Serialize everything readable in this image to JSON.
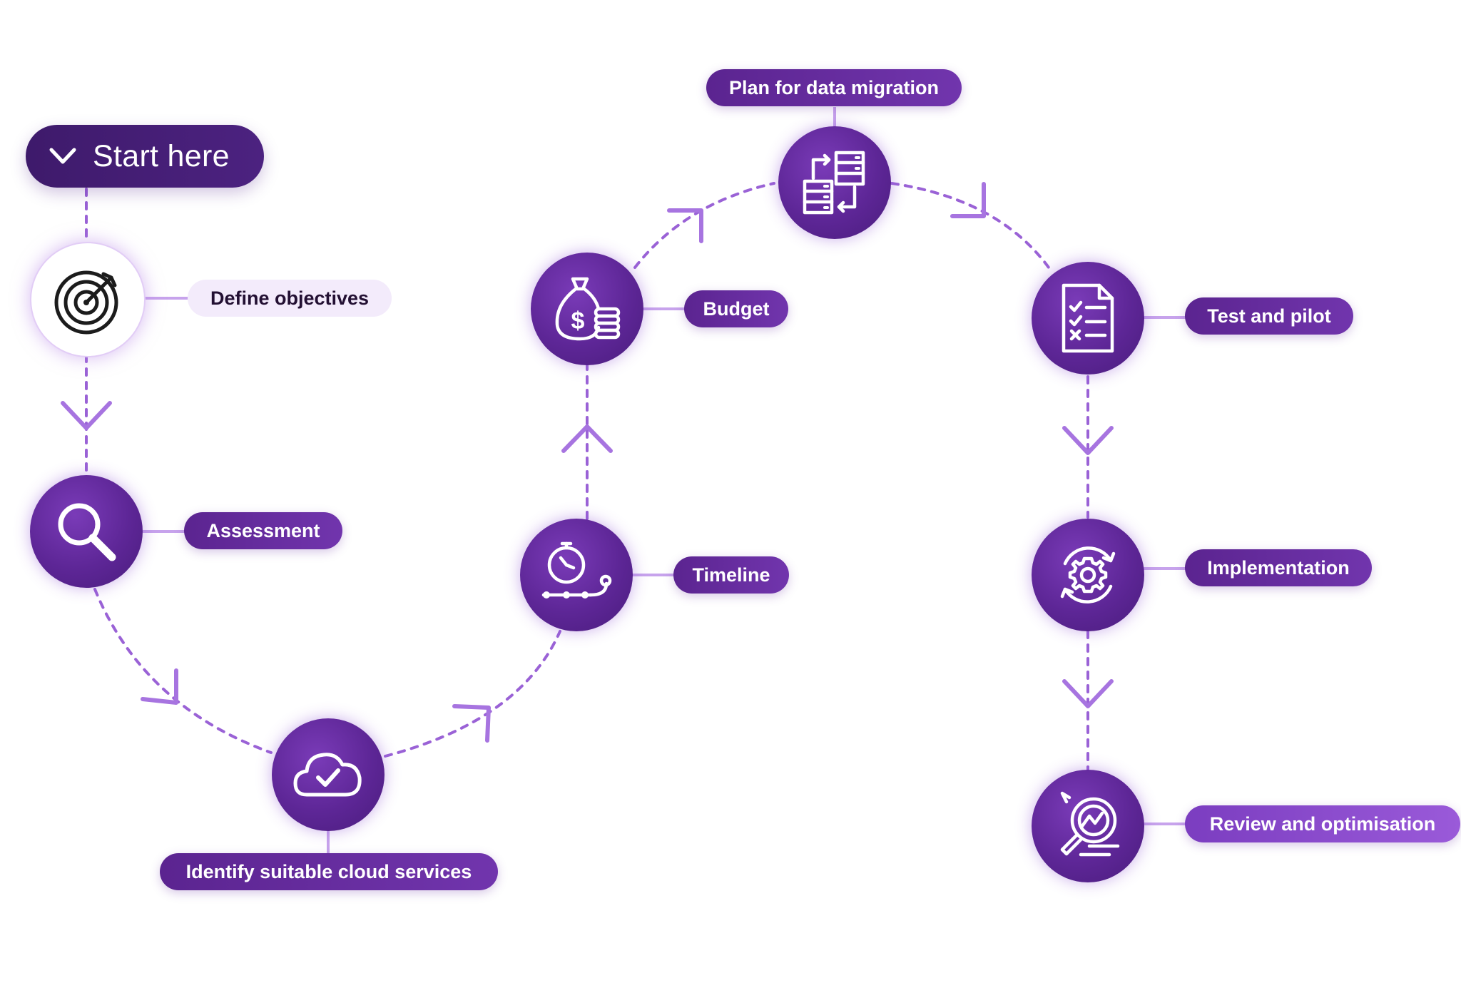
{
  "start": {
    "label": "Start here",
    "icon": "chevron-down-icon"
  },
  "steps": [
    {
      "id": "define",
      "label": "Define objectives",
      "icon": "target-icon"
    },
    {
      "id": "assessment",
      "label": "Assessment",
      "icon": "magnifier-icon"
    },
    {
      "id": "identify",
      "label": "Identify suitable cloud services",
      "icon": "cloud-check-icon"
    },
    {
      "id": "timeline",
      "label": "Timeline",
      "icon": "stopwatch-route-icon"
    },
    {
      "id": "budget",
      "label": "Budget",
      "icon": "money-bag-icon"
    },
    {
      "id": "migration",
      "label": "Plan for data migration",
      "icon": "data-transfer-icon"
    },
    {
      "id": "test",
      "label": "Test and pilot",
      "icon": "checklist-icon"
    },
    {
      "id": "implementation",
      "label": "Implementation",
      "icon": "gear-cycle-icon"
    },
    {
      "id": "review",
      "label": "Review and optimisation",
      "icon": "search-chart-icon"
    }
  ],
  "colors": {
    "primary": "#5d2696",
    "dark": "#3e1a6b",
    "connector": "#9a62d6",
    "arrow": "#a774e0",
    "light_pill": "#f3ebfb"
  }
}
